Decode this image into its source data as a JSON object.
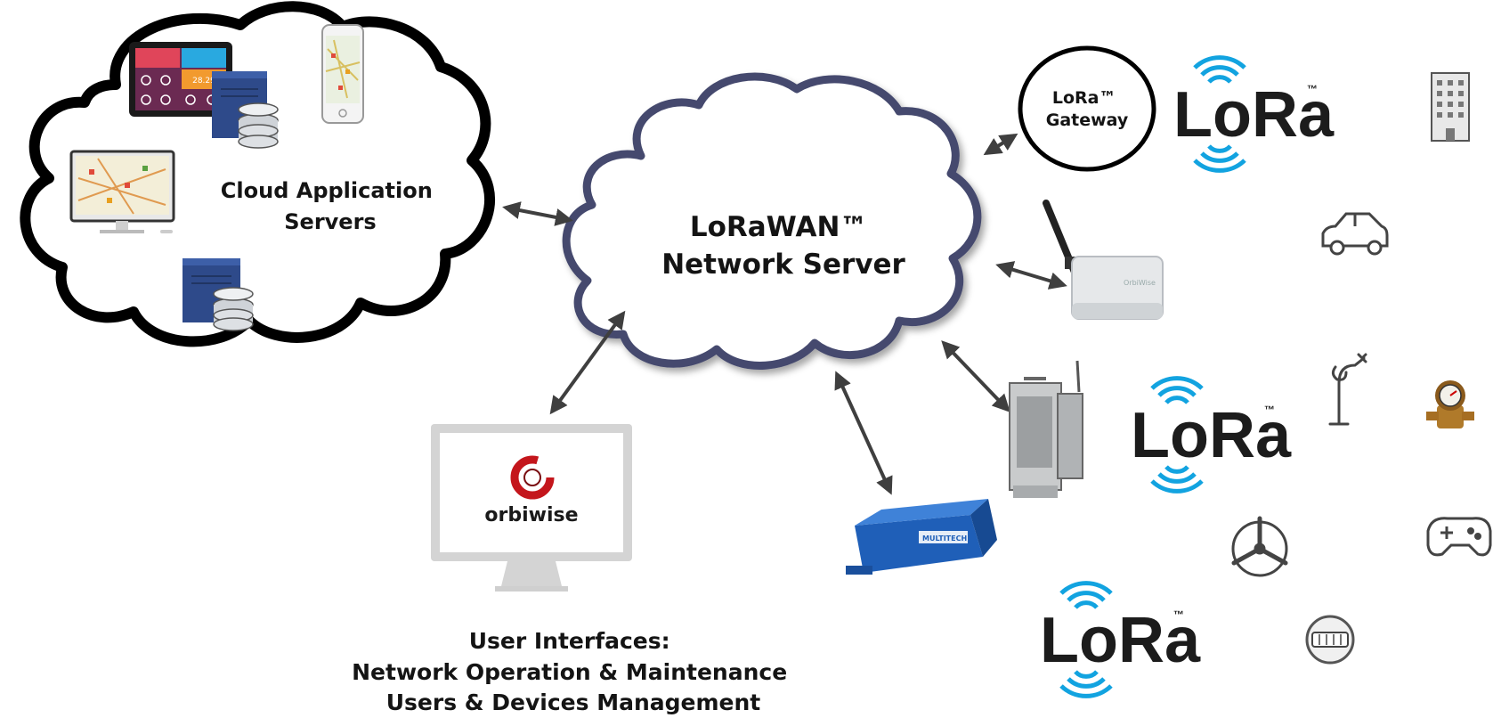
{
  "cloud_app": {
    "line1": "Cloud Application",
    "line2": "Servers"
  },
  "network_server": {
    "line1": "LoRaWAN™",
    "line2": "Network Server"
  },
  "gateway": {
    "line1": "LoRa™",
    "line2": "Gateway"
  },
  "user_interfaces": {
    "line1": "User Interfaces:",
    "line2": "Network Operation & Maintenance",
    "line3": "Users & Devices Management"
  },
  "brand": {
    "orbiwise": "orbiwise",
    "multitech": "MULTITECH",
    "device_small_text": "OrbiWise"
  },
  "dashboard": {
    "tile_value": "28.29"
  },
  "lora_logo": {
    "text": "LoRa",
    "tm": "™"
  },
  "colors": {
    "cloud_outline": "#000000",
    "network_cloud_outline": "#454a6e",
    "arrow": "#3f3f3f",
    "lora_wave": "#12a3e0",
    "orbiwise_red": "#c4161c",
    "server_blue": "#2e4a8a",
    "multitech_blue": "#1f5fb8"
  },
  "icons": {
    "end_devices": [
      "building-icon",
      "car-icon",
      "streetlight-icon",
      "water-meter-icon",
      "wind-turbine-icon",
      "gamepad-icon",
      "meter-icon"
    ]
  }
}
